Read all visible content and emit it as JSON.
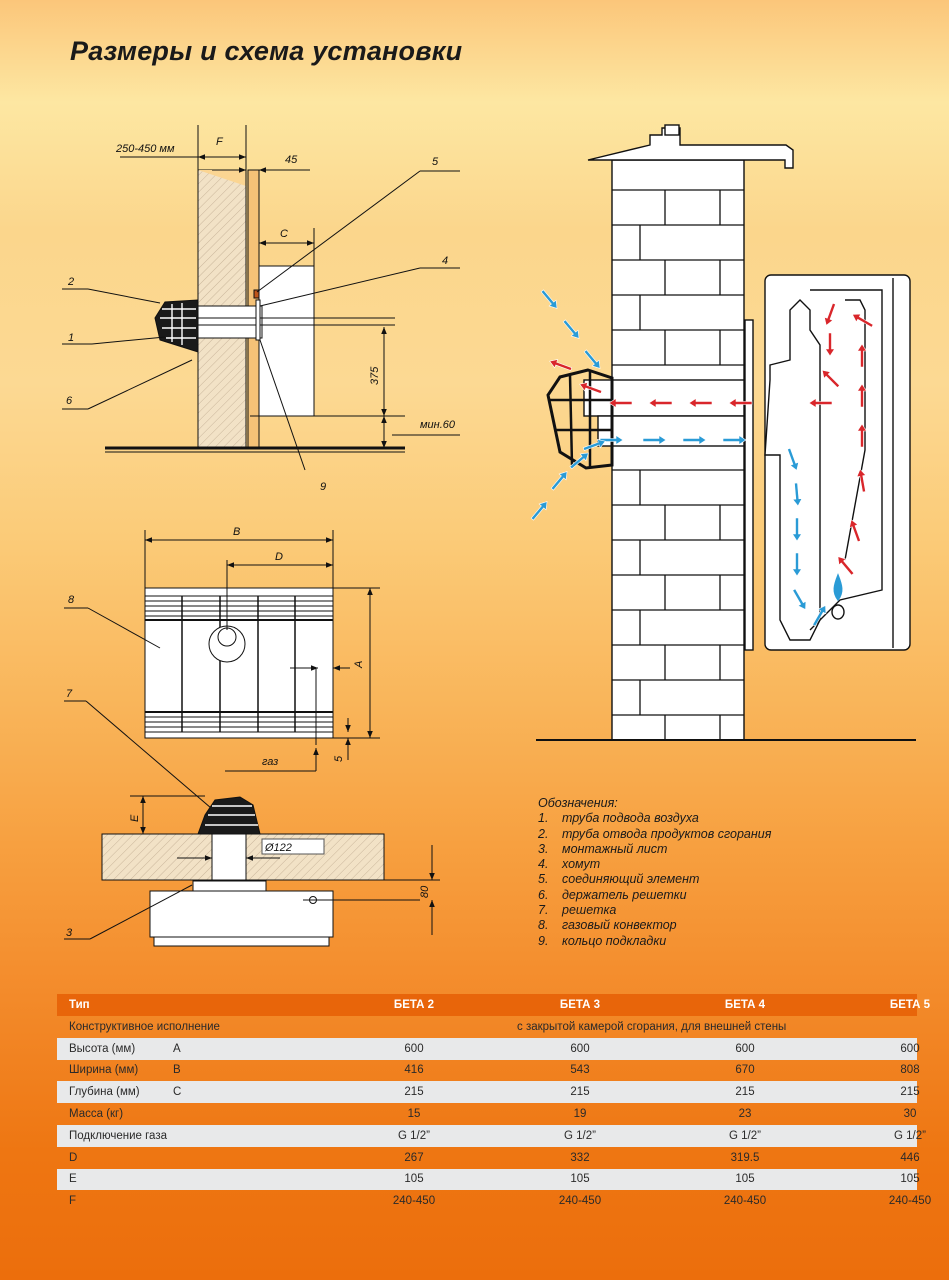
{
  "page": {
    "title": "Размеры и схема установки"
  },
  "diagrams": {
    "side_view": {
      "labels": {
        "wall_range": "250-450 мм",
        "F": "F",
        "d45": "45",
        "C": "C",
        "d375": "375",
        "min60": "мин.60"
      },
      "callouts": [
        "1",
        "2",
        "4",
        "5",
        "6",
        "9"
      ]
    },
    "front_view": {
      "labels": {
        "B": "B",
        "D": "D",
        "A": "A",
        "gas": "газ",
        "d5": "5"
      },
      "callouts": [
        "7",
        "8"
      ]
    },
    "top_view": {
      "labels": {
        "E": "E",
        "diameter": "Ø122",
        "d80": "80"
      },
      "callouts": [
        "3"
      ]
    },
    "flow_view": {
      "arrow_colors": {
        "exhaust": "#d9262b",
        "intake": "#2a9bd6"
      }
    }
  },
  "legend": {
    "title": "Обозначения:",
    "items": [
      {
        "num": "1.",
        "text": "труба подвода воздуха"
      },
      {
        "num": "2.",
        "text": "труба отвода продуктов сгорания"
      },
      {
        "num": "3.",
        "text": "монтажный лист"
      },
      {
        "num": "4.",
        "text": "хомут"
      },
      {
        "num": "5.",
        "text": "соединяющий элемент"
      },
      {
        "num": "6.",
        "text": "держатель решетки"
      },
      {
        "num": "7.",
        "text": "решетка"
      },
      {
        "num": "8.",
        "text": "газовый конвектор"
      },
      {
        "num": "9.",
        "text": "кольцо подкладки"
      }
    ]
  },
  "table": {
    "header": {
      "label": "Тип",
      "models": [
        "БЕТА 2",
        "БЕТА 3",
        "БЕТА 4",
        "БЕТА 5"
      ]
    },
    "design": {
      "label": "Конструктивное исполнение",
      "value": "с закрытой камерой сгорания, для внешней стены"
    },
    "rows": [
      {
        "label": "Высота (мм)",
        "code": "A",
        "values": [
          "600",
          "600",
          "600",
          "600"
        ]
      },
      {
        "label": "Ширина (мм)",
        "code": "B",
        "values": [
          "416",
          "543",
          "670",
          "808"
        ]
      },
      {
        "label": "Глубина (мм)",
        "code": "C",
        "values": [
          "215",
          "215",
          "215",
          "215"
        ]
      },
      {
        "label": "Масса (кг)",
        "code": "",
        "values": [
          "15",
          "19",
          "23",
          "30"
        ]
      },
      {
        "label": "Подключение газа",
        "code": "",
        "values": [
          "G 1/2”",
          "G 1/2”",
          "G 1/2”",
          "G 1/2”"
        ]
      },
      {
        "label": "D",
        "code": "",
        "values": [
          "267",
          "332",
          "319.5",
          "446"
        ]
      },
      {
        "label": "E",
        "code": "",
        "values": [
          "105",
          "105",
          "105",
          "105"
        ]
      },
      {
        "label": "F",
        "code": "",
        "values": [
          "240-450",
          "240-450",
          "240-450",
          "240-450"
        ]
      }
    ]
  }
}
